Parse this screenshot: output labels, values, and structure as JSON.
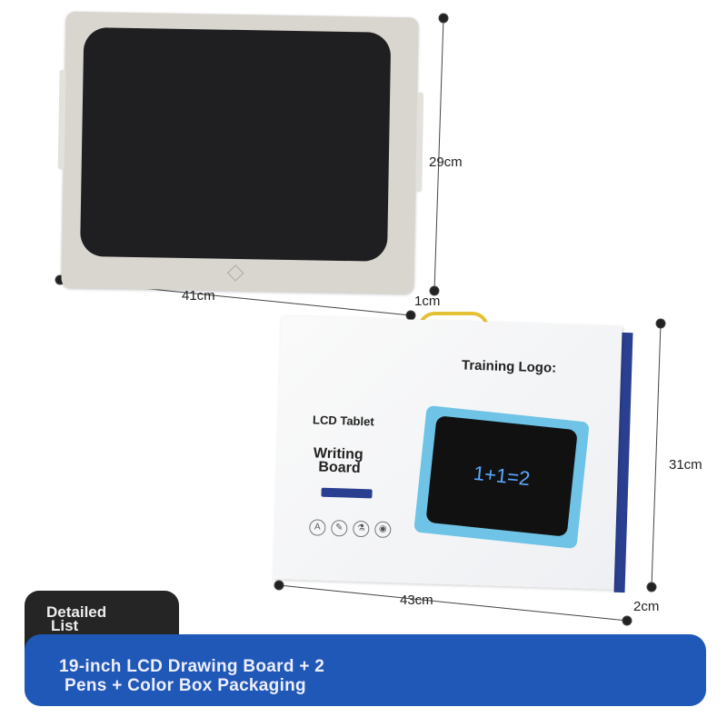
{
  "dimensions": {
    "board_height": "29cm",
    "board_width": "41cm",
    "board_depth": "1cm",
    "box_height": "31cm",
    "box_width": "43cm",
    "box_depth": "2cm"
  },
  "box": {
    "training_logo_label": "Training Logo:",
    "product_line1": "LCD Tablet",
    "product_line2": "Writing",
    "product_line3": "Board",
    "screen_equation": "1+1=2"
  },
  "list_tab": {
    "line1": "Detailed",
    "line2": "List"
  },
  "banner": {
    "line1": "19-inch LCD Drawing Board + 2",
    "line2": "Pens + Color Box Packaging"
  },
  "colors": {
    "banner": "#1f58b6",
    "tab": "#252525",
    "box_side": "#2a3f8f",
    "tablet_frame": "#6ec3e6"
  }
}
